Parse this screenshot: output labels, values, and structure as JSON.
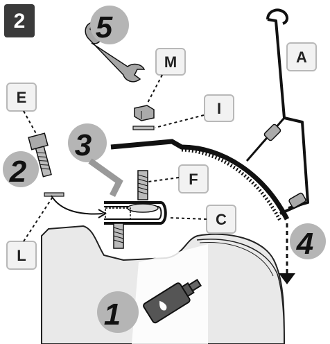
{
  "figure": {
    "number": "2",
    "steps": [
      "1",
      "3",
      "4",
      "5",
      "2"
    ],
    "callouts": [
      "A",
      "M",
      "I",
      "E",
      "F",
      "C",
      "L"
    ],
    "colors": {
      "ink": "#111111",
      "step_circle": "#b5b5b5",
      "callout_fill": "#f2f2f2",
      "callout_border": "#b8b8b8",
      "badge": "#3a3a3a",
      "roof": "#e9e9e9",
      "wrench": "#a6a6a6"
    },
    "icons": [
      "wrench-icon",
      "glue-tube-icon",
      "hex-key-icon",
      "arrow-down-icon"
    ]
  }
}
